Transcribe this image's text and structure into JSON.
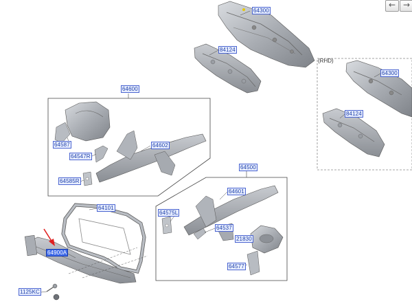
{
  "nav": {
    "prev_icon": "←",
    "next_icon": "→"
  },
  "rhd_label": "(RHD)",
  "parts": {
    "p64300": "64300",
    "p84124": "84124",
    "p64300_rhd": "64300",
    "p84124_rhd": "84124",
    "p64600": "64600",
    "p64587": "64587",
    "p64547r": "64547R",
    "p64602": "64602",
    "p64585r": "64585R",
    "p64500": "64500",
    "p64601": "64601",
    "p64575l": "64575L",
    "p64537": "64537",
    "p21830": "21830",
    "p64577": "64577",
    "p64101": "64101",
    "p64900a": "64900A",
    "p1125kc": "1125KC"
  },
  "colors": {
    "label_bg": "#e8eeff",
    "label_border": "#4a64d0",
    "label_text": "#1d3fa8",
    "highlight": "#3f6ae8",
    "arrow": "#e02020"
  }
}
